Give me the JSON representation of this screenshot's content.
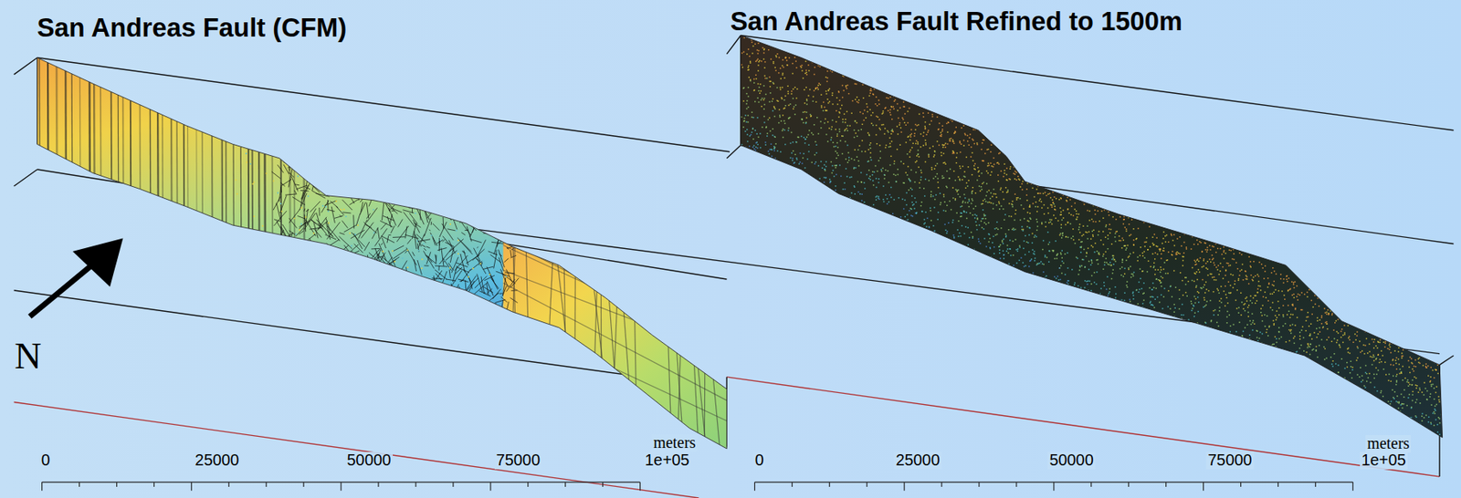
{
  "diagram": {
    "labels": [
      "San Andreas Fault (CFM)",
      "N",
      "0",
      "25000",
      "50000",
      "75000",
      "1e+05",
      "meters",
      "San Andreas Fault Refined to 1500m",
      "0",
      "25000",
      "50000",
      "75000",
      "1e+05",
      "meters"
    ]
  }
}
